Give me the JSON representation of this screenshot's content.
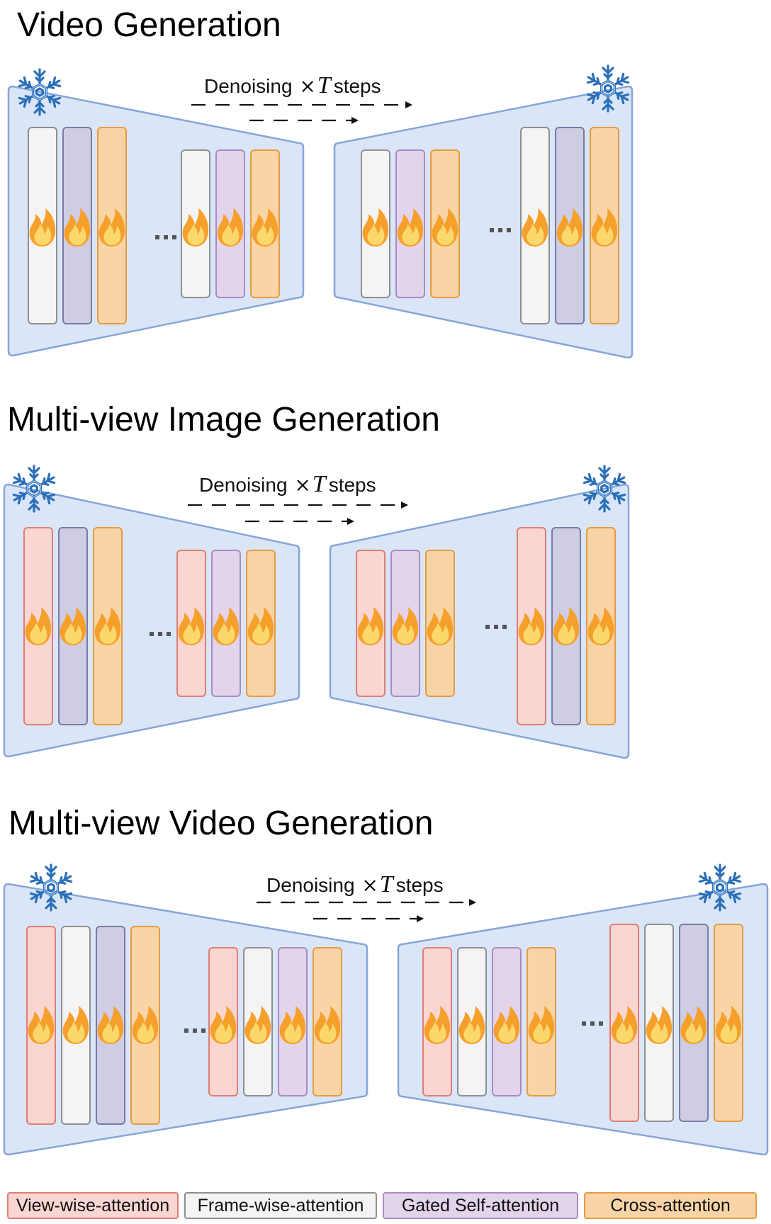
{
  "colors": {
    "view_wise": {
      "fill": "#f9d6d2",
      "stroke": "#e07d73"
    },
    "frame_wise": {
      "fill": "#f4f4f4",
      "stroke": "#8f8f8f"
    },
    "gated_self": {
      "fill": "#e2d4eb",
      "stroke": "#a98bc2"
    },
    "cross": {
      "fill": "#f8d4a6",
      "stroke": "#e59b45"
    },
    "dark_temporal": {
      "fill": "#cfcde3",
      "stroke": "#7c7aa2"
    },
    "trapezoid_fill": "#dae6f7",
    "trapezoid_stroke": "#86a6d6"
  },
  "icons": {
    "freeze": "snowflake-icon",
    "trainable": "flame-icon",
    "ellipsis": "ellipsis"
  },
  "panels": [
    {
      "title": "Video Generation",
      "steps_label": {
        "prefix": "Denoising",
        "times": "×",
        "var": "T",
        "suffix": "steps"
      },
      "encoder_blocks_a": [
        "frame_wise",
        "dark_temporal",
        "cross"
      ],
      "encoder_blocks_b": [
        "frame_wise",
        "gated_self",
        "cross"
      ],
      "decoder_blocks_a": [
        "frame_wise",
        "gated_self",
        "cross"
      ],
      "decoder_blocks_b": [
        "frame_wise",
        "dark_temporal",
        "cross"
      ],
      "ellipsis": "..."
    },
    {
      "title": "Multi-view Image Generation",
      "steps_label": {
        "prefix": "Denoising",
        "times": "×",
        "var": "T",
        "suffix": "steps"
      },
      "encoder_blocks_a": [
        "view_wise",
        "dark_temporal",
        "cross"
      ],
      "encoder_blocks_b": [
        "view_wise",
        "gated_self",
        "cross"
      ],
      "decoder_blocks_a": [
        "view_wise",
        "gated_self",
        "cross"
      ],
      "decoder_blocks_b": [
        "view_wise",
        "dark_temporal",
        "cross"
      ],
      "ellipsis": "..."
    },
    {
      "title": "Multi-view Video Generation",
      "steps_label": {
        "prefix": "Denoising",
        "times": "×",
        "var": "T",
        "suffix": "steps"
      },
      "encoder_blocks_a": [
        "view_wise",
        "frame_wise",
        "dark_temporal",
        "cross"
      ],
      "encoder_blocks_b": [
        "view_wise",
        "frame_wise",
        "gated_self",
        "cross"
      ],
      "decoder_blocks_a": [
        "view_wise",
        "frame_wise",
        "gated_self",
        "cross"
      ],
      "decoder_blocks_b": [
        "view_wise",
        "frame_wise",
        "dark_temporal",
        "cross"
      ],
      "ellipsis": "..."
    }
  ],
  "legend": [
    {
      "label": "View-wise-attention",
      "color": "view_wise"
    },
    {
      "label": "Frame-wise-attention",
      "color": "frame_wise"
    },
    {
      "label": "Gated Self-attention",
      "color": "gated_self"
    },
    {
      "label": "Cross-attention",
      "color": "cross"
    }
  ]
}
